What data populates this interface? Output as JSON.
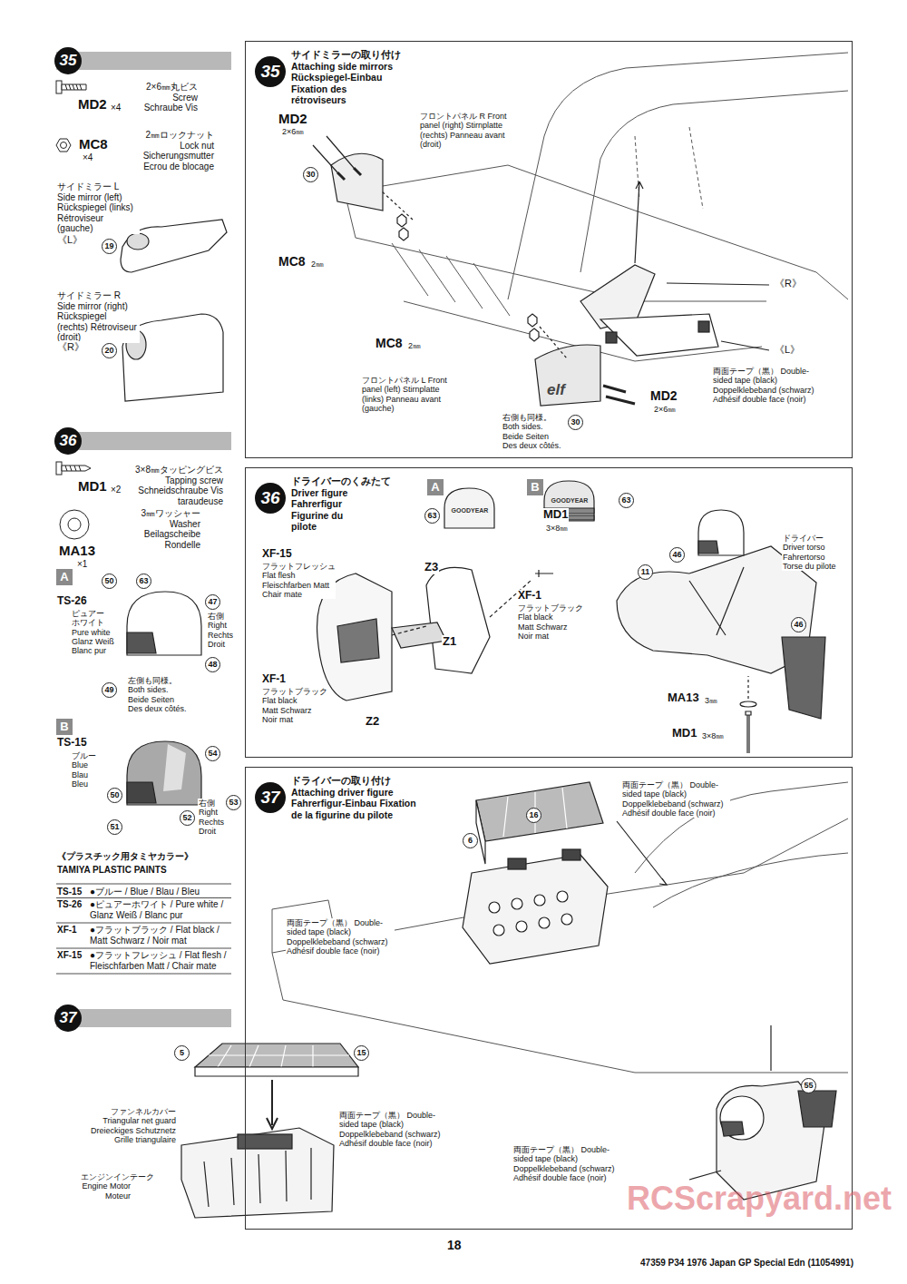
{
  "diagram": {
    "nodes": [
      {
        "text": [
          "35"
        ]
      },
      {
        "text": [
          "36"
        ]
      },
      {
        "text": [
          "37"
        ]
      },
      {
        "text": [
          "35",
          "サイドミラーの取り付け Attaching side mirrors Rückspiegel-Einbau Fixation des rétroviseurs"
        ]
      },
      {
        "text": [
          "36",
          "ドライバーのくみたて Driver figure Fahrerfigur Figurine du pilote"
        ]
      },
      {
        "text": [
          "37",
          "ドライバーの取り付け Attaching driver figure Fahrerfigur-Einbau Fixation de la figurine du pilote"
        ]
      },
      {
        "text": [
          "A"
        ]
      },
      {
        "text": [
          "B"
        ]
      },
      {
        "text": [
          "A"
        ],
        "in": 4
      },
      {
        "text": [
          "B"
        ],
        "in": 4
      }
    ],
    "labels": [
      "MD2",
      "×4",
      "2×6㎜丸ビス Screw Schraube Vis",
      "MC8",
      "×4",
      "2㎜ロックナット Lock nut Sicherungsmutter Ecrou de blocage",
      "サイドミラー L Side mirror (left) Rückspiegel (links) Rétroviseur (gauche)",
      "《L》",
      "19",
      "サイドミラー R Side mirror (right) Rückspiegel (rechts) Rétroviseur (droit)",
      "《R》",
      "20",
      "MD1",
      "×2",
      "3×8㎜タッピングビス Tapping screw Schneidschraube Vis taraudeuse",
      "MA13",
      "×1",
      "3㎜ワッシャー Washer Beilagscheibe Rondelle",
      "50",
      "63",
      "TS-26",
      "ピュアー ホワイト Pure white Glanz Weiß Blanc pur",
      "47",
      "右側 Right Rechts Droit",
      "48",
      "49",
      "左側も同様。 Both sides. Beide Seiten Des deux côtés.",
      "TS-15",
      "ブルー Blue Blau Bleu",
      "54",
      "50",
      "51",
      "52",
      "右側 Right Rechts Droit",
      "53",
      "《プラスチック用タミヤカラー》",
      "TAMIYA PLASTIC PAINTS",
      "TS-15",
      "●ブルー / Blue / Blau / Bleu",
      "TS-26",
      "●ピュアーホワイト / Pure white / Glanz Weiß / Blanc pur",
      "XF-1",
      "●フラットブラック / Flat black / Matt Schwarz / Noir mat",
      "XF-15",
      "●フラットフレッシュ / Flat flesh / Fleischfarben Matt / Chair mate",
      "5",
      "15",
      "ファンネルカバー Triangular net guard Dreieckiges Schutznetz Grille triangulaire",
      "両面テープ（黒） Double-sided tape (black) Doppelklebeband (schwarz) Adhésif double face (noir)",
      "エンジンインテーク Engine Motor Moteur",
      "MD2",
      "2×6㎜",
      "30",
      "フロントパネル R Front panel (right) Stirnplatte (rechts) Panneau avant (droit)",
      "MC8",
      "2㎜",
      "MC8",
      "2㎜",
      "《R》",
      "《L》",
      "フロントパネル L Front panel (left) Stirnplatte (links) Panneau avant (gauche)",
      "elf",
      "MD2",
      "2×6㎜",
      "右側も同様。 Both sides. Beide Seiten Des deux côtés.",
      "30",
      "両面テープ（黒） Double-sided tape (black) Doppelklebeband (schwarz) Adhésif double face (noir)",
      "GOODYEAR",
      "63",
      "GOODYEAR",
      "63",
      "XF-15",
      "フラットフレッシュ Flat flesh Fleischfarben Matt Chair mate",
      "Z3",
      "MD1",
      "3×8㎜",
      "XF-1",
      "フラットブラック Flat black Matt Schwarz Noir mat",
      "Z1",
      "XF-1",
      "フラットブラック Flat black Matt Schwarz Noir mat",
      "Z2",
      "ドライバー Driver torso Fahrertorso Torse du pilote",
      "46",
      "11",
      "46",
      "MA13",
      "3㎜",
      "MD1",
      "3×8㎜",
      "両面テープ（黒） Double-sided tape (black) Doppelklebeband (schwarz) Adhésif double face (noir)",
      "6",
      "16",
      "両面テープ（黒） Double-sided tape (black) Doppelklebeband (schwarz) Adhésif double face (noir)",
      "55",
      "両面テープ（黒） Double-sided tape (black) Doppelklebeband (schwarz) Adhésif double face (noir)",
      "18",
      "47359 P34 1976 Japan GP Special Edn (11054991)",
      "RCScrapyard.net"
    ]
  }
}
